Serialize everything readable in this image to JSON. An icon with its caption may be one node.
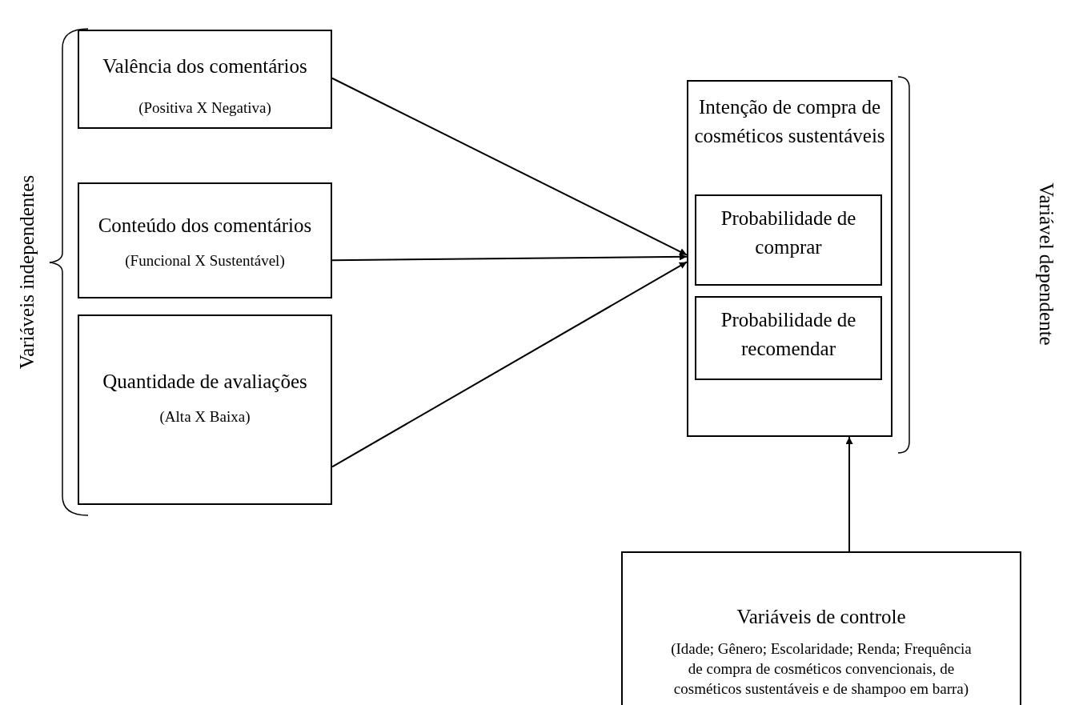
{
  "diagram": {
    "nodes": [
      {
        "text": [
          "Valência dos comentários",
          "(Positiva X Negativa)"
        ]
      },
      {
        "text": [
          "Conteúdo dos comentários",
          "(Funcional  X Sustentável)"
        ]
      },
      {
        "text": [
          "Quantidade de avaliações",
          "(Alta X Baixa)"
        ]
      },
      {
        "text": [
          "Intenção de compra de cosméticos sustentáveis"
        ]
      },
      {
        "text": [
          "Probabilidade de comprar"
        ],
        "in": 3
      },
      {
        "text": [
          "Probabilidade de recomendar"
        ],
        "in": 3
      },
      {
        "text": [
          "Variáveis de controle",
          "(Idade; Gênero; Escolaridade; Renda; Frequência de compra de cosméticos convencionais, de cosméticos sustentáveis e de shampoo em barra)"
        ]
      }
    ],
    "edges": [
      {
        "from": 0,
        "to": 3,
        "arrow": "to"
      },
      {
        "from": 1,
        "to": 3,
        "arrow": "to"
      },
      {
        "from": 2,
        "to": 3,
        "arrow": "to"
      },
      {
        "from": 6,
        "to": 3,
        "arrow": "to"
      }
    ],
    "labels": [
      "Variáveis independentes",
      "Variável dependente"
    ]
  }
}
